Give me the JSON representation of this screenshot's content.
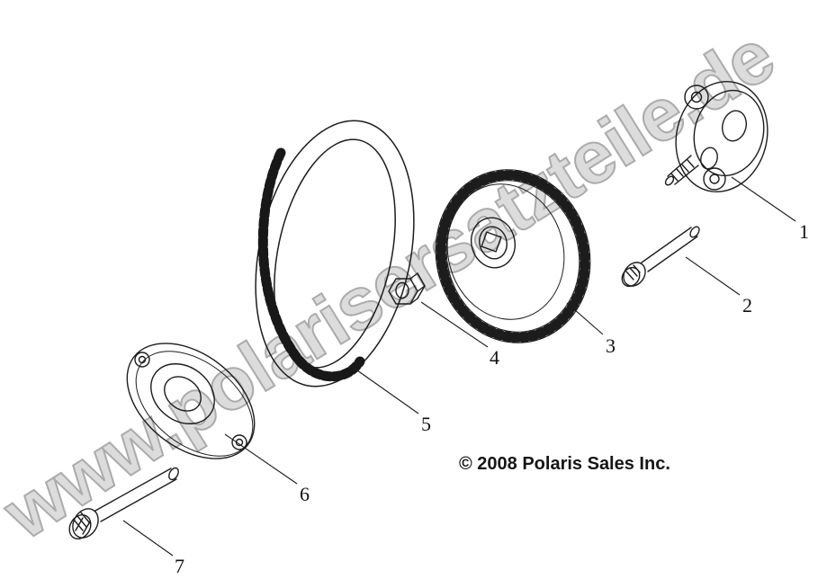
{
  "watermark": {
    "text": "www.polarisersatzteile.de",
    "fill": "#d4d4d4",
    "stroke": "#979797"
  },
  "copyright": {
    "text": "© 2008 Polaris Sales Inc."
  },
  "callouts": [
    {
      "label": "1",
      "part": "oil-pump-assembly"
    },
    {
      "label": "2",
      "part": "pump-mounting-bolt"
    },
    {
      "label": "3",
      "part": "oil-pump-gear"
    },
    {
      "label": "4",
      "part": "gear-nut"
    },
    {
      "label": "5",
      "part": "oil-pump-drive-chain"
    },
    {
      "label": "6",
      "part": "pump-cover-plate"
    },
    {
      "label": "7",
      "part": "cover-bolt"
    }
  ],
  "colors": {
    "line": "#1c1c1c",
    "background": "#ffffff"
  }
}
